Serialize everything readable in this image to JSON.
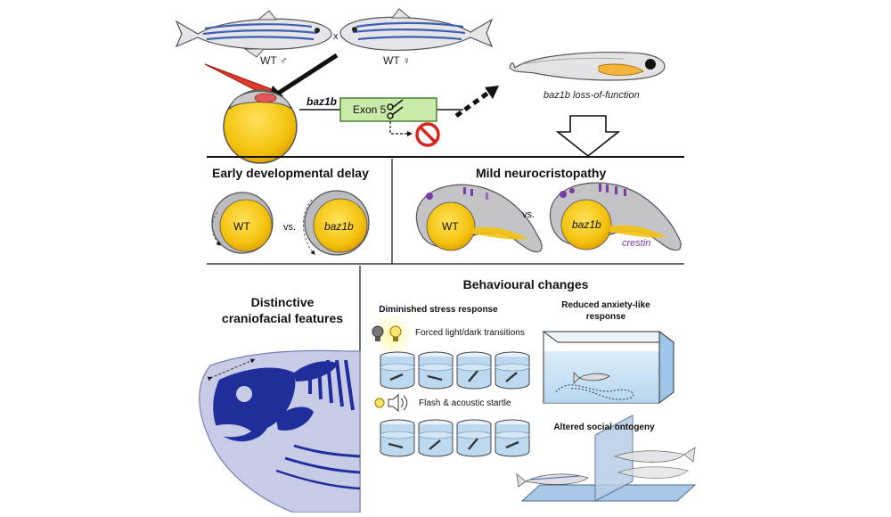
{
  "top": {
    "wt_male": "WT ♂",
    "cross": "x",
    "wt_female": "WT ♀",
    "gene": "baz1b",
    "exon": "Exon 5",
    "outcome": "baz1b loss-of-function"
  },
  "panels": {
    "early_delay": {
      "title": "Early developmental delay",
      "wt": "WT",
      "vs": "vs.",
      "mutant": "baz1b"
    },
    "neurocristopathy": {
      "title": "Mild neurocristopathy",
      "wt": "WT",
      "vs": "vs.",
      "mutant": "baz1b",
      "marker": "crestin"
    },
    "craniofacial": {
      "title_line1": "Distinctive",
      "title_line2": "craniofacial features"
    },
    "behaviour": {
      "title": "Behavioural changes",
      "stress": "Diminished stress response",
      "light_dark": "Forced light/dark transitions",
      "startle": "Flash & acoustic startle",
      "anxiety_line1": "Reduced anxiety-like",
      "anxiety_line2": "response",
      "social": "Altered social ontogeny"
    }
  },
  "colors": {
    "yolk": "#f4c20d",
    "stripe": "#3f5fb0",
    "bone": "#1f2e9b",
    "crestin": "#7a3aa8",
    "no_sign": "#d7261e"
  }
}
